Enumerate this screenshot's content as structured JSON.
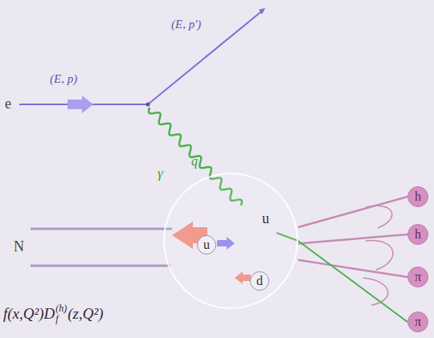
{
  "diagram": {
    "nodes": [
      {
        "text": [
          "u"
        ]
      },
      {
        "text": [
          "u"
        ],
        "in": 0
      },
      {
        "text": [
          "d"
        ],
        "in": 0
      },
      {
        "text": [
          "h"
        ]
      },
      {
        "text": [
          "h"
        ]
      },
      {
        "text": [
          "π"
        ]
      },
      {
        "text": [
          "π"
        ]
      }
    ],
    "edges": [
      {
        "from": 0,
        "to": 3,
        "arrow": "none"
      },
      {
        "from": 0,
        "to": 4,
        "arrow": "none"
      },
      {
        "from": 0,
        "to": 5,
        "arrow": "none"
      },
      {
        "from": 0,
        "to": 6,
        "arrow": "none"
      }
    ],
    "labels": [
      "(E, p)",
      "(E, p')",
      "e",
      "γ",
      "q",
      "N",
      "f(x,Q²)D",
      "(h)",
      "f",
      "(z,Q²)"
    ]
  }
}
